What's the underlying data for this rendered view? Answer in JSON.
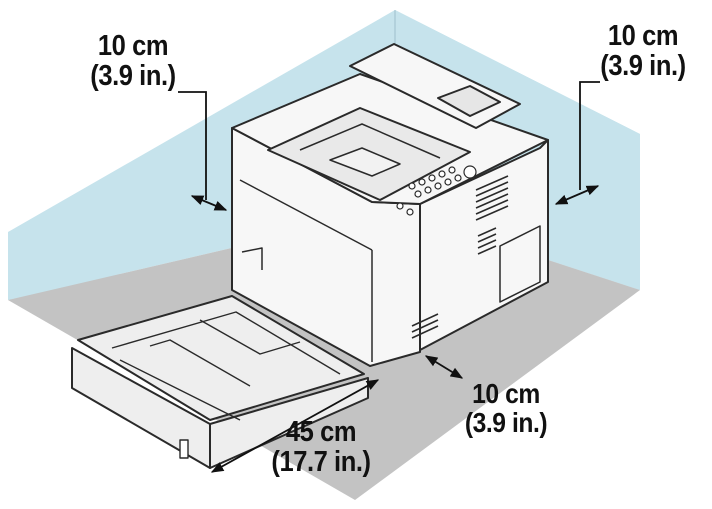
{
  "colors": {
    "wall": "#c6e3ec",
    "floor": "#c3c3c3",
    "printer_body": "#f7f7f7",
    "printer_outline": "#2a2a2a",
    "tray": "#eeeeee"
  },
  "clearances": {
    "left": {
      "metric": "10 cm",
      "imperial": "(3.9 in.)"
    },
    "right": {
      "metric": "10 cm",
      "imperial": "(3.9 in.)"
    },
    "back": {
      "metric": "10 cm",
      "imperial": "(3.9 in.)"
    },
    "tray_depth": {
      "metric": "45 cm",
      "imperial": "(17.7 in.)"
    }
  }
}
